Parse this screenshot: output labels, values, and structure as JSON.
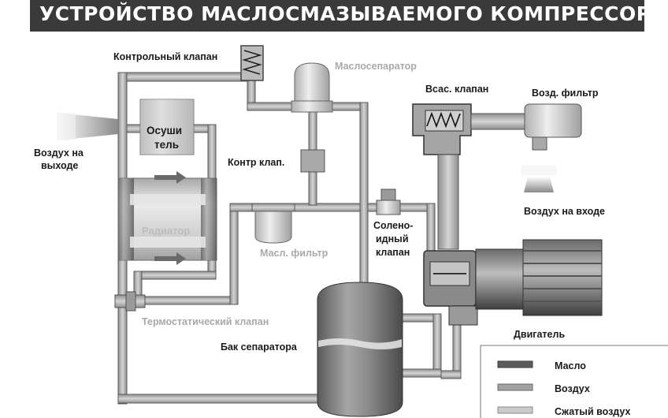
{
  "title": "УСТРОЙСТВО МАСЛОСМАЗЫВАЕМОГО КОМПРЕССОРА",
  "labels": {
    "control_valve": "Контрольный клапан",
    "oil_separator": "Маслосепаратор",
    "suction_valve": "Всас. клапан",
    "air_filter": "Возд. фильтр",
    "air_out_1": "Воздух на",
    "air_out_2": "выходе",
    "dryer_1": "Осуши",
    "dryer_2": "тель",
    "check_valve": "Контр клап.",
    "radiator": "Радиатор",
    "oil_filter": "Масл. фильтр",
    "solenoid_1": "Солено-",
    "solenoid_2": "идный",
    "solenoid_3": "клапан",
    "air_in": "Воздух на входе",
    "thermostatic_valve": "Термостатический клапан",
    "motor": "Двигатель",
    "separator_tank": "Бак сепаратора"
  },
  "legend": {
    "items": [
      {
        "label": "Масло",
        "swatch": "oil"
      },
      {
        "label": "Воздух",
        "swatch": "air"
      },
      {
        "label": "Сжатый воздух",
        "swatch": "compressed-air"
      }
    ]
  }
}
